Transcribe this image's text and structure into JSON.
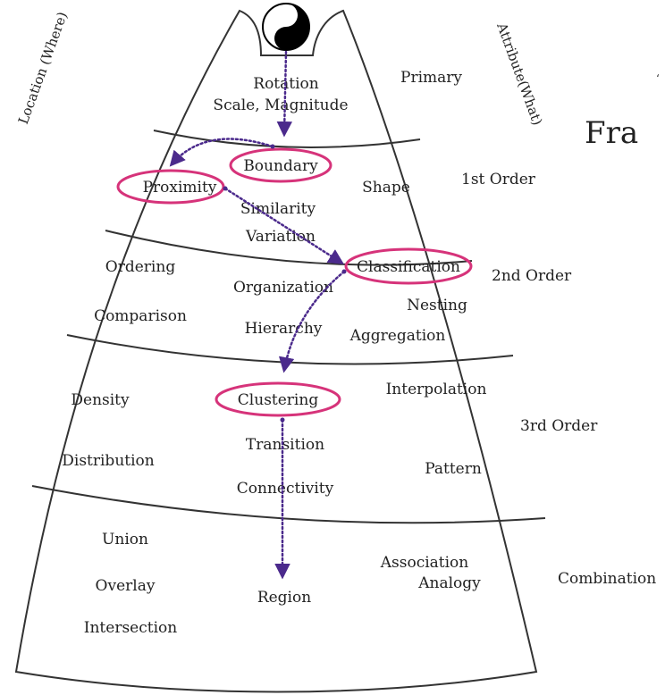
{
  "diagram": {
    "side_labels": {
      "left": "Location (Where)",
      "right": "Attribute(What)"
    },
    "cropped_title": "Fra",
    "cropped_mark": "‘",
    "order_labels": {
      "primary": "Primary",
      "first": "1st Order",
      "second": "2nd Order",
      "third": "3rd Order",
      "combination": "Combination"
    },
    "primary": {
      "rotation": "Rotation",
      "scale": "Scale, Magnitude"
    },
    "first": {
      "boundary": "Boundary",
      "proximity": "Proximity",
      "shape": "Shape",
      "similarity": "Similarity",
      "variation": "Variation"
    },
    "second": {
      "ordering": "Ordering",
      "organization": "Organization",
      "classification": "Classification",
      "comparison": "Comparison",
      "nesting": "Nesting",
      "hierarchy": "Hierarchy",
      "aggregation": "Aggregation"
    },
    "third": {
      "density": "Density",
      "clustering": "Clustering",
      "interpolation": "Interpolation",
      "transition": "Transition",
      "distribution": "Distribution",
      "pattern": "Pattern",
      "connectivity": "Connectivity"
    },
    "combination": {
      "union": "Union",
      "association": "Association",
      "overlay": "Overlay",
      "region": "Region",
      "analogy": "Analogy",
      "intersection": "Intersection"
    },
    "icon": "yin-yang-icon",
    "colors": {
      "highlight": "#d6337a",
      "arrow": "#4b2a8c",
      "outline": "#333333"
    }
  }
}
